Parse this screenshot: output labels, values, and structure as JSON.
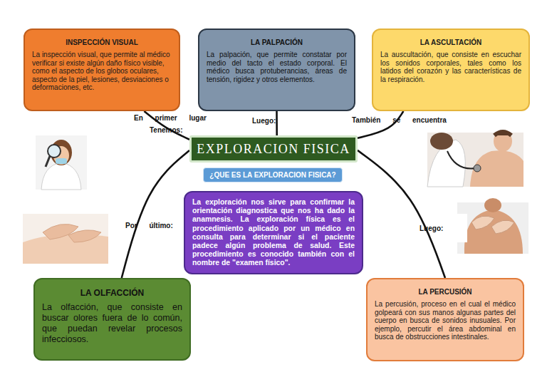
{
  "diagram": {
    "nodes": [
      {
        "text": [
          "INSPECCIÓN VISUAL",
          "La inspección visual, que permite al médico verificar si existe algún daño físico visible, como el aspecto de los globos oculares, aspecto de la piel, lesiones, desviaciones o deformaciones, etc."
        ]
      },
      {
        "text": [
          "LA PALPACIÓN",
          "La palpación, que permite constatar por medio del tacto el estado corporal. El médico busca protuberancias, áreas de tensión, rigidez y otros elementos."
        ]
      },
      {
        "text": [
          "LA ASCULTACIÓN",
          "La auscultación, que consiste en escuchar los sonidos corporales, tales como los latidos del corazón y las características de la respiración."
        ]
      },
      {
        "text": [
          "EXPLORACION FISICA"
        ]
      },
      {
        "text": [
          "¿QUE ES LA EXPLORACION FISICA?"
        ]
      },
      {
        "text": [
          "La exploración nos sirve para confirmar la orientación diagnostica que nos ha dado la anamnesis. La exploración física es el procedimiento aplicado por un médico en consulta para determinar si el paciente padece algún problema de salud. Este procedimiento es conocido también con el nombre de \"examen físico\"."
        ]
      },
      {
        "text": [
          "LA OLFACCIÓN",
          "La olfacción, que consiste en buscar olores fuera de lo común, que puedan revelar procesos infecciosos."
        ]
      },
      {
        "text": [
          "LA PERCUSIÓN",
          "La percusión, proceso en el cual el médico golpeará con sus manos algunas partes del cuerpo en busca de sonidos inusuales. Por ejemplo, percutir el área abdominal en busca de obstrucciones intestinales."
        ]
      }
    ],
    "edges": [
      {
        "from": 3,
        "to": 0,
        "label": "En primer lugar",
        "arrow": "none"
      },
      {
        "from": 3,
        "to": 1,
        "label": "Luego:",
        "arrow": "none"
      },
      {
        "from": 3,
        "to": 2,
        "label": "También se encuentra",
        "arrow": "none"
      },
      {
        "from": 3,
        "to": 6,
        "label": "Por último:",
        "arrow": "none"
      },
      {
        "from": 3,
        "to": 7,
        "label": "Luego:",
        "arrow": "none"
      }
    ],
    "labels": [
      "Tenemos:"
    ]
  }
}
